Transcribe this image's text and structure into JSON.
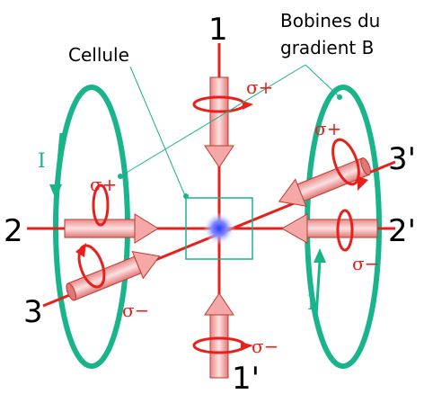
{
  "labels": {
    "beam1": "1",
    "beam1p": "1'",
    "beam2": "2",
    "beam2p": "2'",
    "beam3": "3",
    "beam3p": "3'",
    "cellule": "Cellule",
    "bobines_line1": "Bobines du",
    "bobines_line2": "gradient B"
  },
  "polarization": {
    "top": "σ+",
    "bottom": "σ−",
    "left_upper": "σ+",
    "left_lower": "σ−",
    "right_upper": "σ+",
    "right_lower": "σ−"
  },
  "current": {
    "left": "I",
    "right": "I"
  },
  "colors": {
    "beam": "#e8201c",
    "coil": "#19b38c",
    "arrow_fill": "#f4a8a8",
    "arrow_stroke": "#c0392b",
    "atom": "#2f3cff"
  }
}
